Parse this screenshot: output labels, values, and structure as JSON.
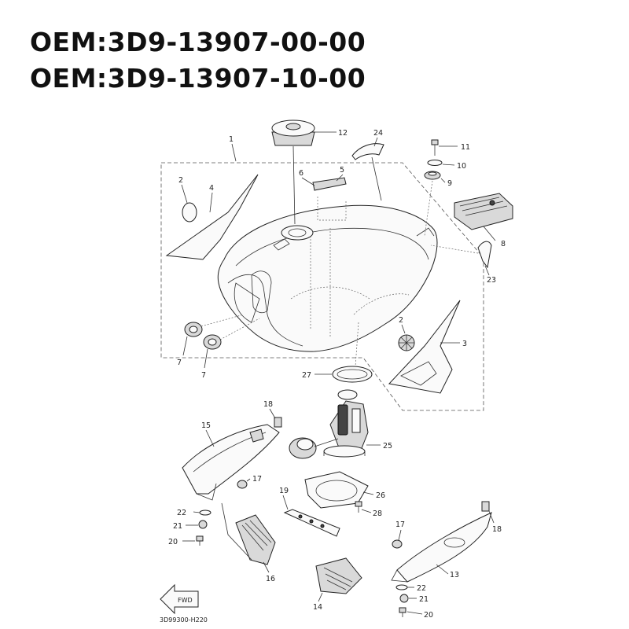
{
  "header": {
    "oem_line_1": "OEM:3D9-13907-00-00",
    "oem_line_2": "OEM:3D9-13907-10-00"
  },
  "diagram": {
    "reference_code": "3D99300-H220",
    "fwd_label": "FWD",
    "callouts": {
      "c1": "1",
      "c2a": "2",
      "c2b": "2",
      "c3": "3",
      "c4": "4",
      "c5": "5",
      "c6": "6",
      "c7a": "7",
      "c7b": "7",
      "c8": "8",
      "c9": "9",
      "c10": "10",
      "c11": "11",
      "c12": "12",
      "c13": "13",
      "c14": "14",
      "c15": "15",
      "c16": "16",
      "c17a": "17",
      "c17b": "17",
      "c18a": "18",
      "c18b": "18",
      "c19": "19",
      "c20a": "20",
      "c20b": "20",
      "c21a": "21",
      "c21b": "21",
      "c22a": "22",
      "c22b": "22",
      "c23": "23",
      "c24": "24",
      "c25": "25",
      "c26": "26",
      "c27": "27",
      "c28": "28"
    }
  }
}
